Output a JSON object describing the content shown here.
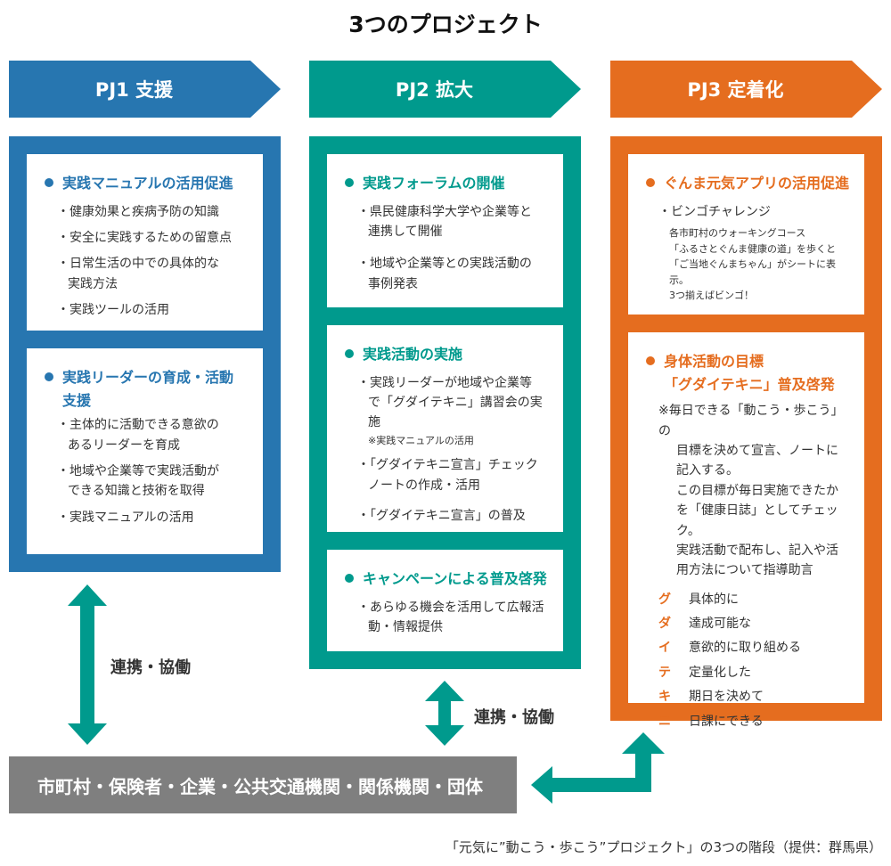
{
  "title": "3つのプロジェクト",
  "colors": {
    "pj1": "#2776b0",
    "pj2": "#009a8d",
    "pj3": "#e56d1f",
    "stakeholder": "#7f7f7f"
  },
  "pj1": {
    "header": "PJ1 支援",
    "card1": {
      "title": "実践マニュアルの活用促進",
      "items": [
        "・健康効果と疾病予防の知識",
        "・安全に実践するための留意点",
        "・日常生活の中での具体的な",
        "実践方法",
        "・実践ツールの活用"
      ]
    },
    "card2": {
      "title_line1": "実践リーダーの育成・活動",
      "title_line2": "支援",
      "items": [
        "・主体的に活動できる意欲の",
        "あるリーダーを育成",
        "・地域や企業等で実践活動が",
        "できる知識と技術を取得",
        "・実践マニュアルの活用"
      ]
    }
  },
  "pj2": {
    "header": "PJ2 拡大",
    "card1": {
      "title": "実践フォーラムの開催",
      "items": [
        "・県民健康科学大学や企業等と",
        "連携して開催",
        "・地域や企業等との実践活動の",
        "事例発表"
      ]
    },
    "card2": {
      "title": "実践活動の実施",
      "items": [
        "・実践リーダーが地域や企業等",
        "で「グダイテキニ」講習会の実施",
        "※実践マニュアルの活用",
        "・「グダイテキニ宣言」チェック",
        "ノートの作成・活用",
        "・「グダイテキニ宣言」の普及"
      ]
    },
    "card3": {
      "title": "キャンペーンによる普及啓発",
      "items": [
        "・あらゆる機会を活用して広報活",
        "動・情報提供"
      ]
    }
  },
  "pj3": {
    "header": "PJ3 定着化",
    "card1": {
      "title": "ぐんま元気アプリの活用促進",
      "item": "・ビンゴチャレンジ",
      "notes": [
        "各市町村のウォーキングコース",
        "「ふるさとぐんま健康の道」を歩くと",
        "「ご当地ぐんまちゃん」がシートに表示。",
        "3つ揃えばビンゴ！"
      ]
    },
    "card2": {
      "title_line1": "身体活動の目標",
      "title_line2": "「グダイテキニ」普及啓発",
      "text": [
        "※毎日できる「動こう・歩こう」の",
        "目標を決めて宣言、ノートに",
        "記入する。",
        "この目標が毎日実施できたか",
        "を「健康日誌」としてチェック。",
        "実践活動で配布し、記入や活",
        "用方法について指導助言"
      ],
      "gtk": [
        {
          "letter": "グ",
          "text": "具体的に"
        },
        {
          "letter": "ダ",
          "text": "達成可能な"
        },
        {
          "letter": "イ",
          "text": "意欲的に取り組める"
        },
        {
          "letter": "テ",
          "text": "定量化した"
        },
        {
          "letter": "キ",
          "text": "期日を決めて"
        },
        {
          "letter": "ニ",
          "text": "日課にできる"
        }
      ]
    }
  },
  "link_label_1": "連携・協働",
  "link_label_2": "連携・協働",
  "stakeholders": "市町村・保険者・企業・公共交通機関・関係機関・団体",
  "caption": "「元気に”動こう・歩こう”プロジェクト」の3つの階段（提供：群馬県）"
}
